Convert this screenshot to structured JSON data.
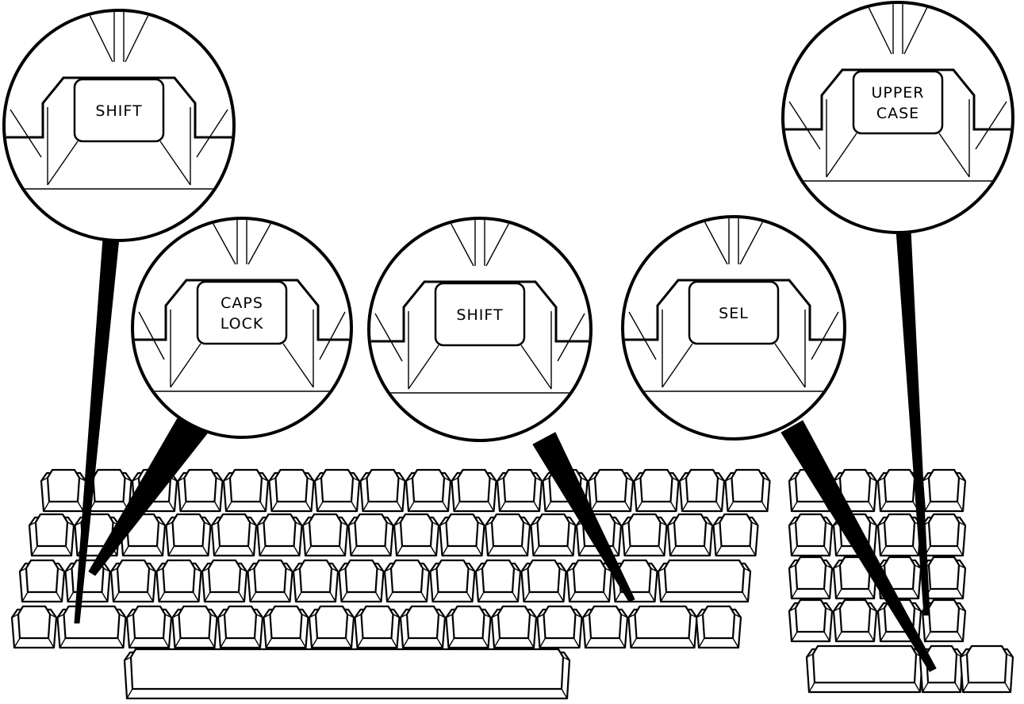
{
  "callouts": [
    {
      "id": "shift-left",
      "lines": [
        "SHIFT"
      ]
    },
    {
      "id": "caps-lock",
      "lines": [
        "CAPS",
        "LOCK"
      ]
    },
    {
      "id": "shift-right",
      "lines": [
        "SHIFT"
      ]
    },
    {
      "id": "sel",
      "lines": [
        "SEL"
      ]
    },
    {
      "id": "upper-case",
      "lines": [
        "UPPER",
        "CASE"
      ]
    }
  ]
}
